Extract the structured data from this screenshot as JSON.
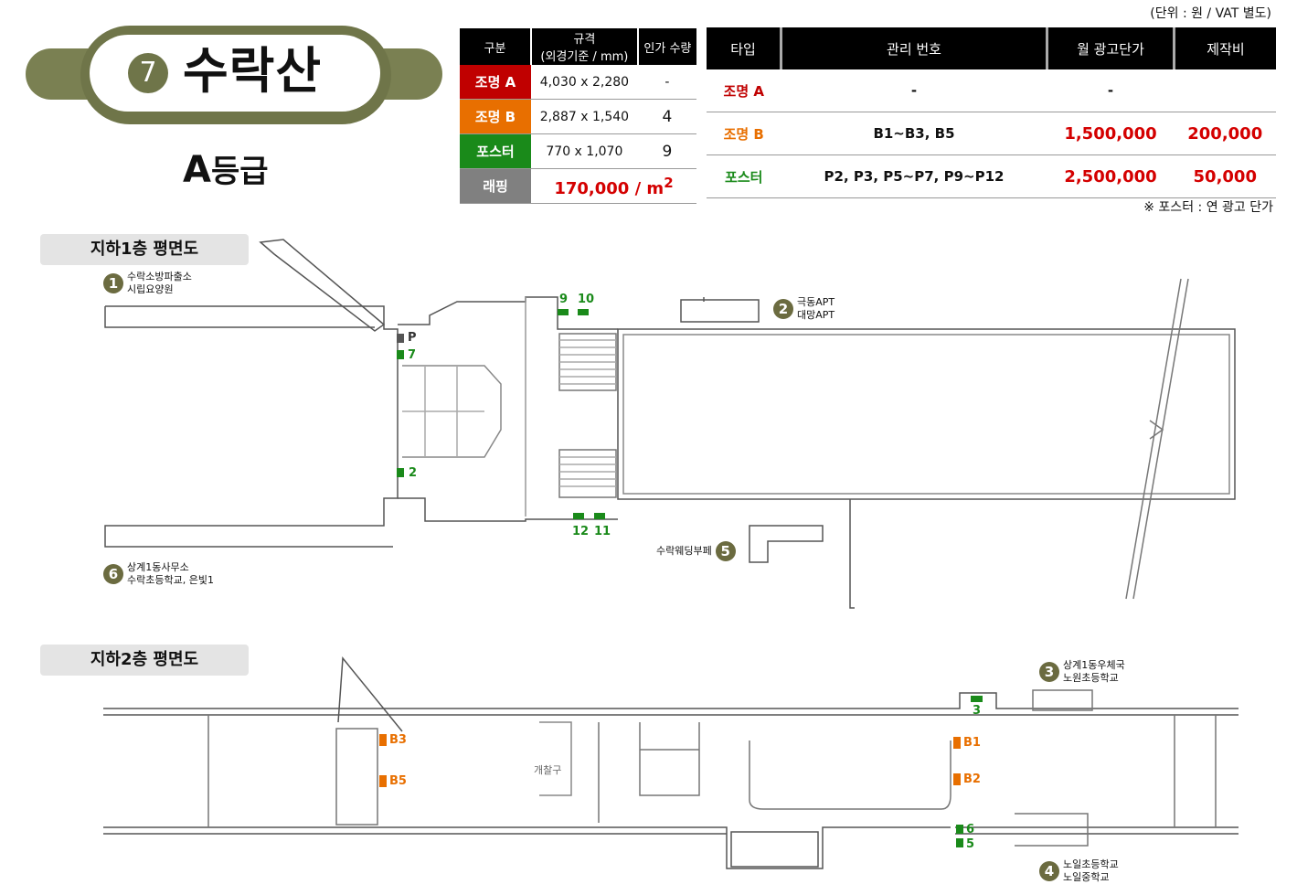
{
  "unit_note": "(단위 : 원 / VAT 별도)",
  "station": {
    "number": "7",
    "name": "수락산",
    "grade_letter": "A",
    "grade_suffix": "등급"
  },
  "spec_table": {
    "headers": [
      "구분",
      "규격",
      "(외경기준 / mm)",
      "인가 수량"
    ],
    "rows": [
      {
        "label": "조명 A",
        "color": "#c00000",
        "size": "4,030 x 2,280",
        "qty": "-"
      },
      {
        "label": "조명 B",
        "color": "#e86f00",
        "size": "2,887 x 1,540",
        "qty": "4"
      },
      {
        "label": "포스터",
        "color": "#1a8a1a",
        "size": "770 x 1,070",
        "qty": "9"
      }
    ],
    "wrap": {
      "label": "래핑",
      "color": "#808080",
      "price": "170,000 / m",
      "sup": "2"
    }
  },
  "price_table": {
    "headers": [
      "타입",
      "관리 번호",
      "월 광고단가",
      "제작비"
    ],
    "rows": [
      {
        "type": "조명 A",
        "color": "#c00000",
        "ids": "-",
        "price": "-",
        "cost": ""
      },
      {
        "type": "조명 B",
        "color": "#e86f00",
        "ids": "B1~B3, B5",
        "price": "1,500,000",
        "cost": "200,000"
      },
      {
        "type": "포스터",
        "color": "#1a8a1a",
        "ids": "P2, P3, P5~P7, P9~P12",
        "price": "2,500,000",
        "cost": "50,000"
      }
    ],
    "note": "※ 포스터 : 연 광고 단가"
  },
  "floor1": {
    "title": "지하1층 평면도",
    "exits": [
      {
        "num": "1",
        "line1": "수락소방파출소",
        "line2": "시립요양원"
      },
      {
        "num": "2",
        "line1": "극동APT",
        "line2": "대망APT"
      },
      {
        "num": "5",
        "line1": "수락웨딩부페",
        "line2": ""
      },
      {
        "num": "6",
        "line1": "상계1동사무소",
        "line2": "수락초등학교, 은빛1"
      }
    ],
    "markers": {
      "p": "P",
      "m7": "7",
      "m2": "2",
      "m9": "9",
      "m10": "10",
      "m12": "12",
      "m11": "11"
    }
  },
  "floor2": {
    "title": "지하2층 평면도",
    "exits": [
      {
        "num": "3",
        "line1": "상계1동우체국",
        "line2": "노원초등학교"
      },
      {
        "num": "4",
        "line1": "노일초등학교",
        "line2": "노일중학교"
      }
    ],
    "markers": {
      "b3": "B3",
      "b5": "B5",
      "b1": "B1",
      "b2": "B2",
      "m3": "3",
      "m6": "6",
      "m5": "5"
    },
    "gate_label": "개찰구"
  },
  "colors": {
    "badge": "#6f7549",
    "poster": "#1a8a1a",
    "lightB": "#e86f00",
    "lightA": "#c00000"
  }
}
